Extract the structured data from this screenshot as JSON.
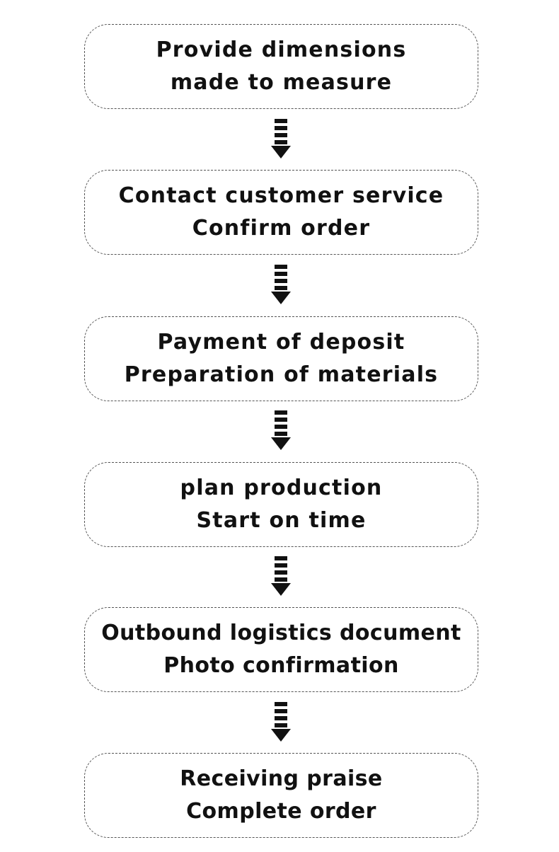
{
  "steps": [
    {
      "line1": "Provide dimensions",
      "line2": "made to measure"
    },
    {
      "line1": "Contact customer service",
      "line2": "Confirm order"
    },
    {
      "line1": "Payment of deposit",
      "line2": "Preparation of materials"
    },
    {
      "line1": "plan production",
      "line2": "Start on time"
    },
    {
      "line1": "Outbound logistics document",
      "line2": "Photo confirmation"
    },
    {
      "line1": "Receiving praise",
      "line2": "Complete order"
    }
  ],
  "colors": {
    "text": "#111111",
    "border": "#555555",
    "arrow": "#111111",
    "background": "#ffffff"
  }
}
